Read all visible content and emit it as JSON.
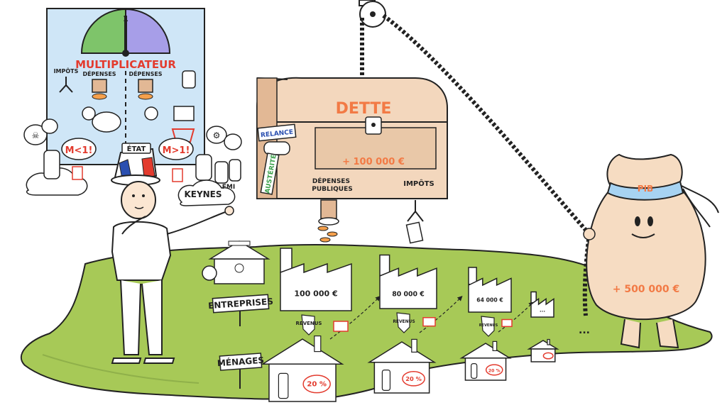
{
  "palette": {
    "ground": "#a7c957",
    "ground_dark": "#8fb04a",
    "gauge_green": "#7ec46a",
    "gauge_purple": "#a79ee8",
    "panel_blue": "#cfe6f7",
    "chest_wood": "#f3d7bd",
    "chest_dark": "#e2b895",
    "chest_body": "#e9c8a8",
    "orange": "#f27a45",
    "red": "#e33b2e",
    "bag": "#f6dcc2",
    "bag_band": "#a7d3f2",
    "coin": "#f5a04c",
    "skin": "#fbe6d2"
  },
  "multiplier_panel": {
    "title": "MULTIPLICATEUR",
    "label_taxes": "IMPÔTS",
    "label_spending_left": "DÉPENSES",
    "label_spending_right": "DÉPENSES",
    "badge_left": "M<1!",
    "badge_right": "M>1!"
  },
  "state_figure": {
    "hat_label": "ÉTAT",
    "keynes_label": "KEYNES",
    "fmi_label": "FMI"
  },
  "debt_chest": {
    "title": "DETTE",
    "amount": "+ 100 000 €",
    "tag_stimulus": "RELANCE",
    "tag_austerity": "AUSTÉRITÉ",
    "label_spending": "DÉPENSES PUBLIQUES",
    "label_taxes": "IMPÔTS"
  },
  "gdp_bag": {
    "band_label": "PIB",
    "amount": "+ 500 000 €"
  },
  "signs": {
    "companies": "ENTREPRISES",
    "households": "MÉNAGES"
  },
  "factories": [
    {
      "amount": "100 000 €"
    },
    {
      "amount": "80 000 €"
    },
    {
      "amount": "64 000 €"
    },
    {
      "amount": "..."
    }
  ],
  "income_label": "REVENUS",
  "savings_label": "20 %",
  "ellipsis": "..."
}
